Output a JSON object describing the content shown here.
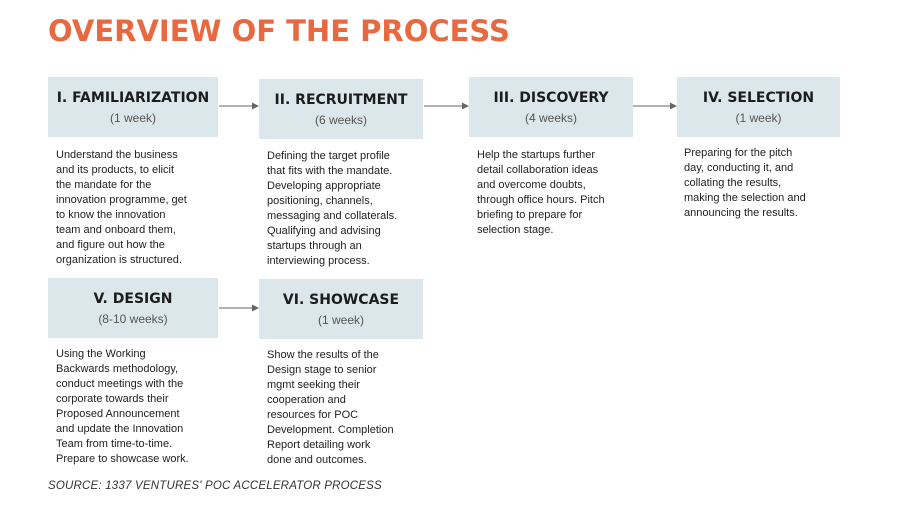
{
  "title": "OVERVIEW OF THE PROCESS",
  "accent_color": "#e8683f",
  "box_color": "#dbe7ea",
  "stages": [
    {
      "name": "I. FAMILIARIZATION",
      "duration": "(1 week)",
      "description": "Understand the business\nand its products, to elicit\nthe mandate for the\ninnovation programme, get\nto know the innovation\nteam and onboard them,\nand figure out how the\norganization is structured."
    },
    {
      "name": "II. RECRUITMENT",
      "duration": "(6 weeks)",
      "description": "Defining the target profile\nthat fits with the mandate.\nDeveloping appropriate\npositioning, channels,\nmessaging and collaterals.\nQualifying and advising\nstartups through an\ninterviewing process."
    },
    {
      "name": "III. DISCOVERY",
      "duration": "(4 weeks)",
      "description": "Help the startups further\ndetail collaboration ideas\nand overcome doubts,\nthrough office hours. Pitch\nbriefing to prepare for\nselection stage."
    },
    {
      "name": "IV. SELECTION",
      "duration": "(1 week)",
      "description": "Preparing for the pitch\nday, conducting it, and\ncollating the results,\nmaking the selection and\nannouncing the results."
    },
    {
      "name": "V. DESIGN",
      "duration": "(8-10 weeks)",
      "description": "Using the Working\nBackwards methodology,\nconduct meetings with the\ncorporate towards their\nProposed Announcement\nand update the Innovation\nTeam from time-to-time.\nPrepare to showcase work."
    },
    {
      "name": "VI. SHOWCASE",
      "duration": "(1 week)",
      "description": "Show the results of the\nDesign stage to senior\nmgmt seeking their\ncooperation and\nresources for POC\nDevelopment. Completion\nReport detailing work\ndone and outcomes."
    }
  ],
  "source": "SOURCE: 1337 VENTURES' POC ACCELERATOR PROCESS"
}
